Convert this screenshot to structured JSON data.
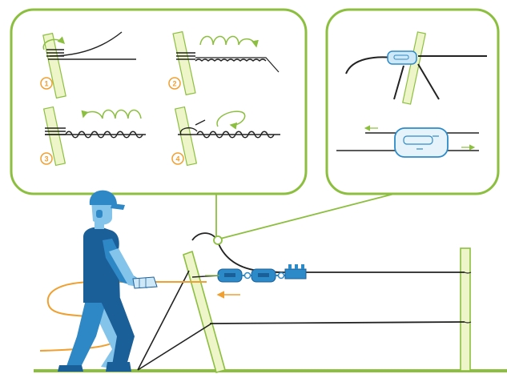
{
  "steps": [
    {
      "number": "1"
    },
    {
      "number": "2"
    },
    {
      "number": "3"
    },
    {
      "number": "4"
    }
  ],
  "colors": {
    "accent_green": "#8cbf3f",
    "post_fill": "#eef5c9",
    "ground": "#8cbf3f",
    "wire": "#222222",
    "rope": "#f0a030",
    "tensioner_blue": "#2d8ac9",
    "worker_dark": "#1b5f99",
    "worker_mid": "#2f88c6",
    "worker_light": "#84c4ea",
    "callout_border": "#8cbf3f"
  },
  "icons": [
    "post-icon",
    "wire-tensioner-icon",
    "ratchet-icon",
    "worker-figure",
    "pull-direction-arrow-icon",
    "rotation-arrow-icon"
  ]
}
